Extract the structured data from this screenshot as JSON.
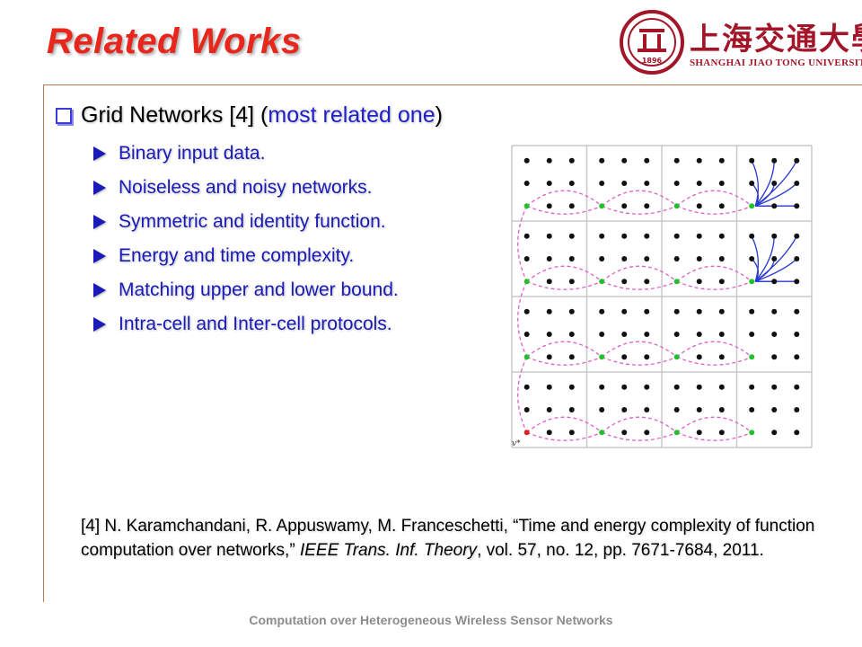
{
  "slide": {
    "title": "Related Works",
    "footer": "Computation over Heterogeneous Wireless Sensor Networks"
  },
  "logo": {
    "name_cn": "上海交通大學",
    "name_en": "SHANGHAI JIAO TONG UNIVERSITY",
    "seal_year": "1896",
    "brand_color": "#a3162a"
  },
  "main_bullet": {
    "text": "Grid Networks [4] (",
    "highlight": "most related one",
    "close": ")"
  },
  "sub_bullets": [
    "Binary input data.",
    "Noiseless and noisy networks.",
    "Symmetric and identity function.",
    "Energy and time complexity.",
    "Matching upper and lower bound.",
    "Intra-cell and Inter-cell protocols."
  ],
  "figure": {
    "label": "v*",
    "grid_cells": [
      4,
      4
    ],
    "dots_per_cell": [
      3,
      3
    ]
  },
  "reference": {
    "part1": "[4] N. Karamchandani, R. Appuswamy, M. Franceschetti, “Time and energy complexity of function computation over networks,” ",
    "journal": "IEEE Trans. Inf. Theory",
    "part2": ", vol. 57, no. 12, pp. 7671-7684, 2011."
  },
  "colors": {
    "title": "#e8261c",
    "bullet_text": "#1a1ab8",
    "dashed_path": "#e060c8",
    "local_edge": "#2a3ad0",
    "fusion_node": "#22c02a"
  }
}
